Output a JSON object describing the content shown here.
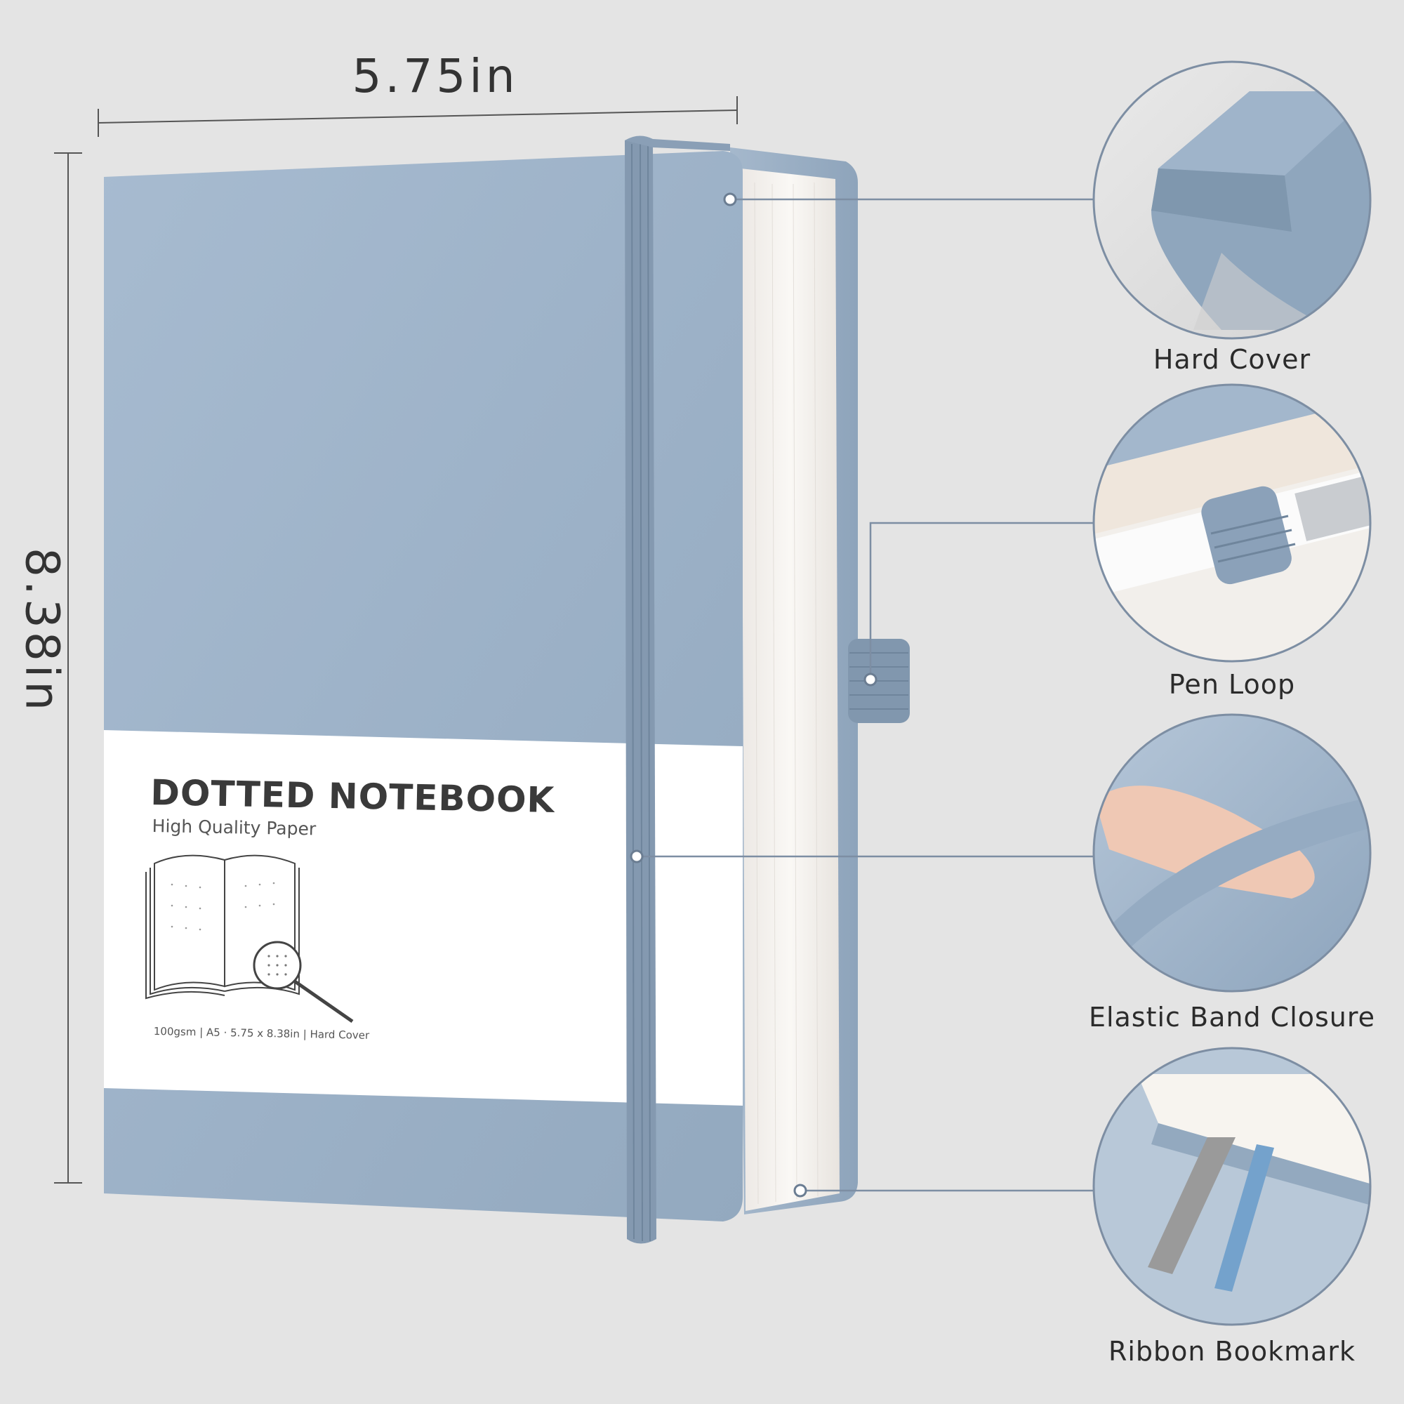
{
  "dimensions": {
    "width_label": "5.75in",
    "height_label": "8.38in"
  },
  "cover": {
    "title": "DOTTED NOTEBOOK",
    "subtitle": "High Quality Paper",
    "specs": "100gsm | A5 · 5.75 x 8.38in | Hard Cover"
  },
  "features": [
    {
      "label": "Hard Cover",
      "icon": "hard-cover-corner"
    },
    {
      "label": "Pen Loop",
      "icon": "pen-loop"
    },
    {
      "label": "Elastic Band Closure",
      "icon": "elastic-band"
    },
    {
      "label": "Ribbon Bookmark",
      "icon": "ribbon-bookmark"
    }
  ],
  "colors": {
    "background": "#e4e4e4",
    "cover_blue": "#9fb3c8",
    "callout_line": "#7d8ea3",
    "band": "#8499b0",
    "pages": "#f6f4f1"
  }
}
